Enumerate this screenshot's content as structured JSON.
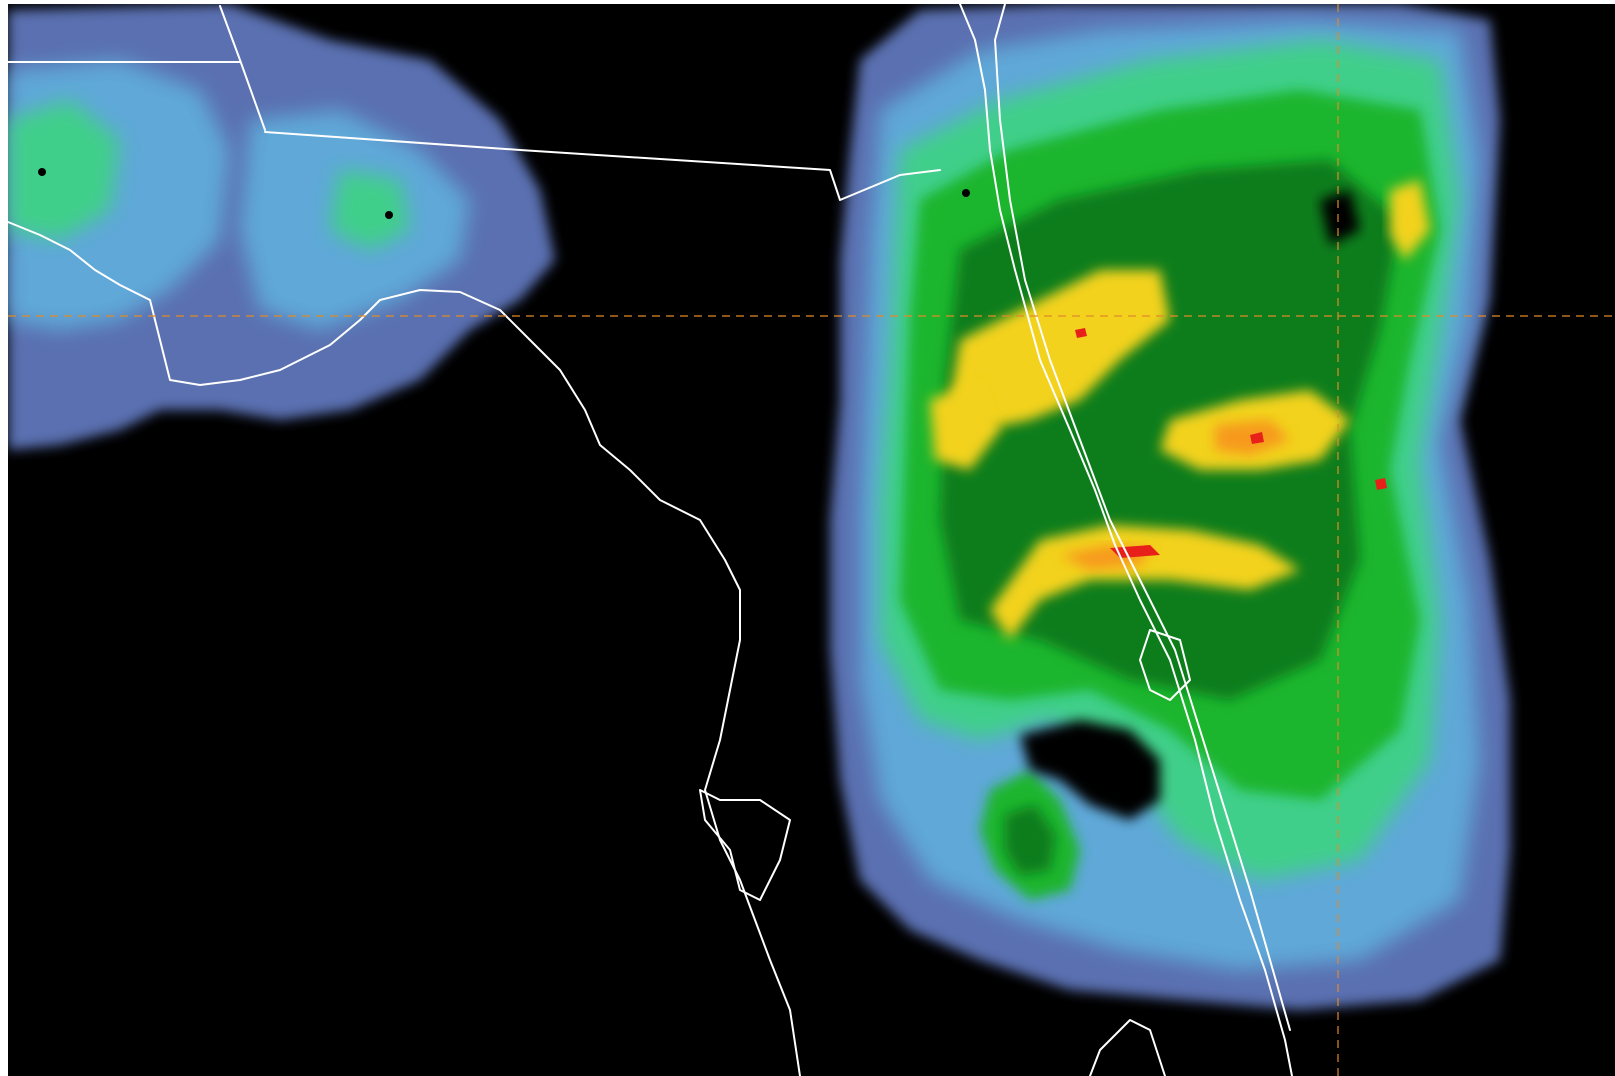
{
  "map": {
    "kind": "weather radar reflectivity composite",
    "background_color": "#000000",
    "boundary_color": "#ffffff",
    "gridline_color": "#e08a2a",
    "reflectivity_palette": {
      "very_light": "#5a6fb0",
      "light": "#5fa8d8",
      "light_moderate": "#3fcf8a",
      "moderate": "#1fb52e",
      "moderate_heavy": "#0b7d1a",
      "heavy": "#f2d21b",
      "heavier": "#f79a1a",
      "intense": "#e8201a"
    },
    "radar_sites": [
      {
        "id": "site-1"
      },
      {
        "id": "site-2"
      },
      {
        "id": "site-3"
      }
    ],
    "visible_text": []
  }
}
